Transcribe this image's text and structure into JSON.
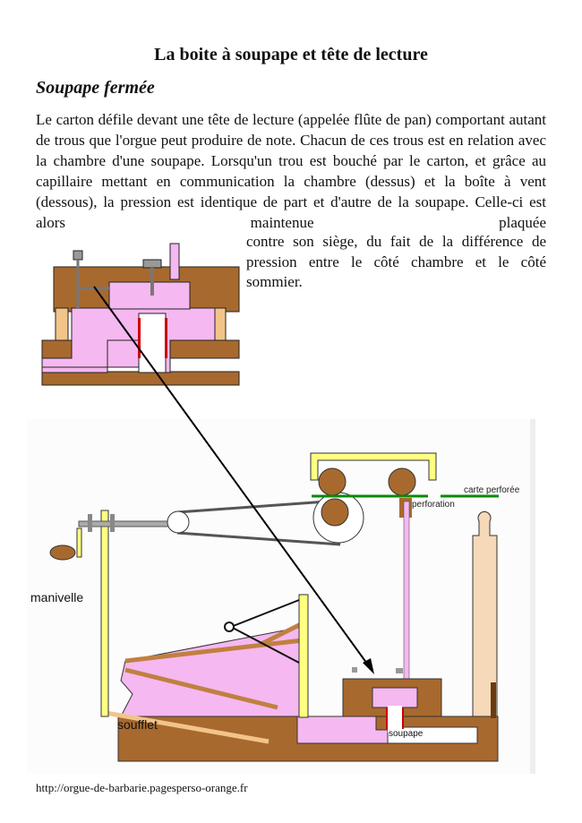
{
  "title": "La boite à soupape et tête de lecture",
  "subtitle": "Soupape fermée",
  "paragraph_main": "Le carton défile devant une tête de lecture (appelée flûte de pan) comportant autant de trous que l'orgue peut produire de note. Chacun de ces trous est en relation avec la chambre d'une soupape. Lorsqu'un trou est bouché par le carton, et grâce au capillaire mettant en communication la chambre (dessus) et la boîte à vent (dessous), la pression est identique de part et d'autre de la soupape. Celle-ci est alors maintenue plaquée",
  "paragraph_cont": "contre son siège, du fait de la différence de pression entre le côté chambre et le côté sommier.",
  "diagram_labels": {
    "carte": "carte perforée",
    "perforation": "perforation",
    "manivelle": "manivelle",
    "soufflet": "soufflet",
    "soupape": "soupape"
  },
  "footer_url": "http://orgue-de-barbarie.pagesperso-orange.fr",
  "colors": {
    "wood": "#a8692e",
    "pink": "#f5b8f0",
    "yellow": "#ffff80",
    "green": "#0a8a0a",
    "tan": "#f2c48a",
    "red": "#cc0000"
  }
}
